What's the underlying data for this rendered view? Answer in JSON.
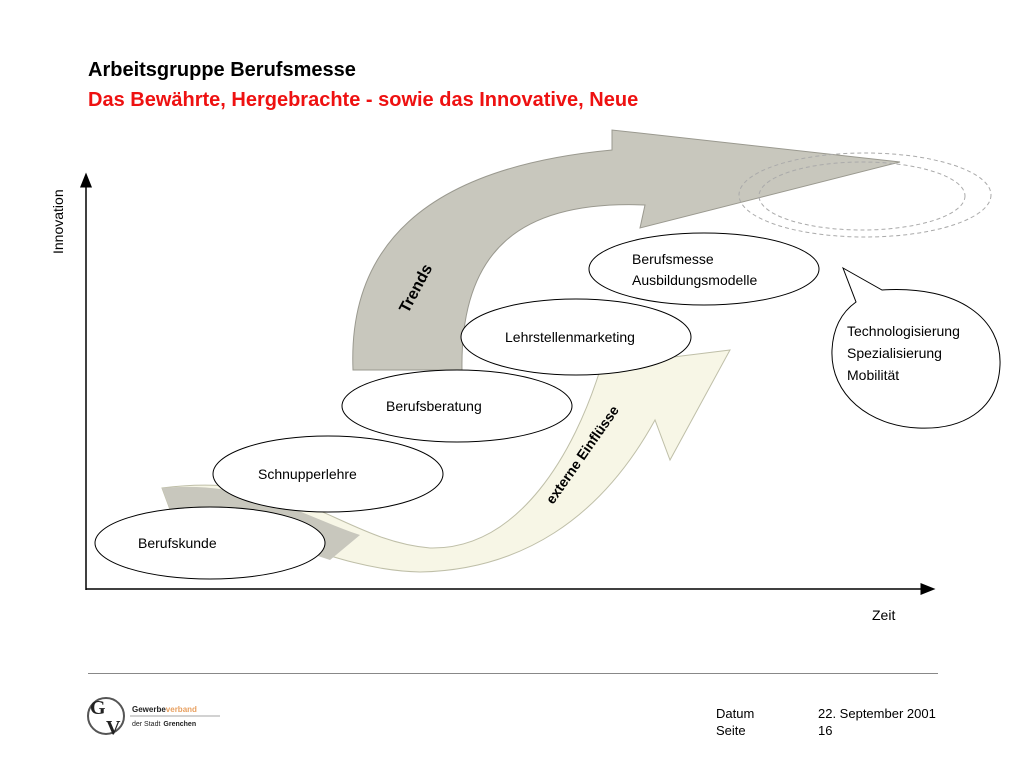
{
  "header": {
    "title": "Arbeitsgruppe Berufsmesse",
    "subtitle": "Das Bewährte, Hergebrachte - sowie das Innovative, Neue"
  },
  "diagram": {
    "y_axis_label": "Innovation",
    "x_axis_label": "Zeit",
    "arrow_labels": {
      "trends": "Trends",
      "external": "externe Einflüsse"
    },
    "stages": [
      {
        "lines": [
          "Berufskunde"
        ]
      },
      {
        "lines": [
          "Schnupperlehre"
        ]
      },
      {
        "lines": [
          "Berufsberatung"
        ]
      },
      {
        "lines": [
          "Lehrstellenmarketing"
        ]
      },
      {
        "lines": [
          "Berufsmesse",
          "Ausbildungsmodelle"
        ]
      }
    ],
    "callout": {
      "lines": [
        "Technologisierung",
        "Spezialisierung",
        "Mobilität"
      ]
    }
  },
  "footer": {
    "logo_line1_a": "Gewerbe",
    "logo_line1_b": "verband",
    "logo_line2_a": "der Stadt",
    "logo_line2_b": "Grenchen",
    "logo_letter_g": "G",
    "logo_letter_v": "V",
    "datum_label": "Datum",
    "datum_value": "22. September 2001",
    "seite_label": "Seite",
    "seite_value": "16"
  },
  "colors": {
    "title": "#000000",
    "subtitle": "#ee1111",
    "trends_arrow": "#c8c7bd",
    "external_arrow": "#f7f6e6",
    "logo_accent": "#e8a060"
  }
}
